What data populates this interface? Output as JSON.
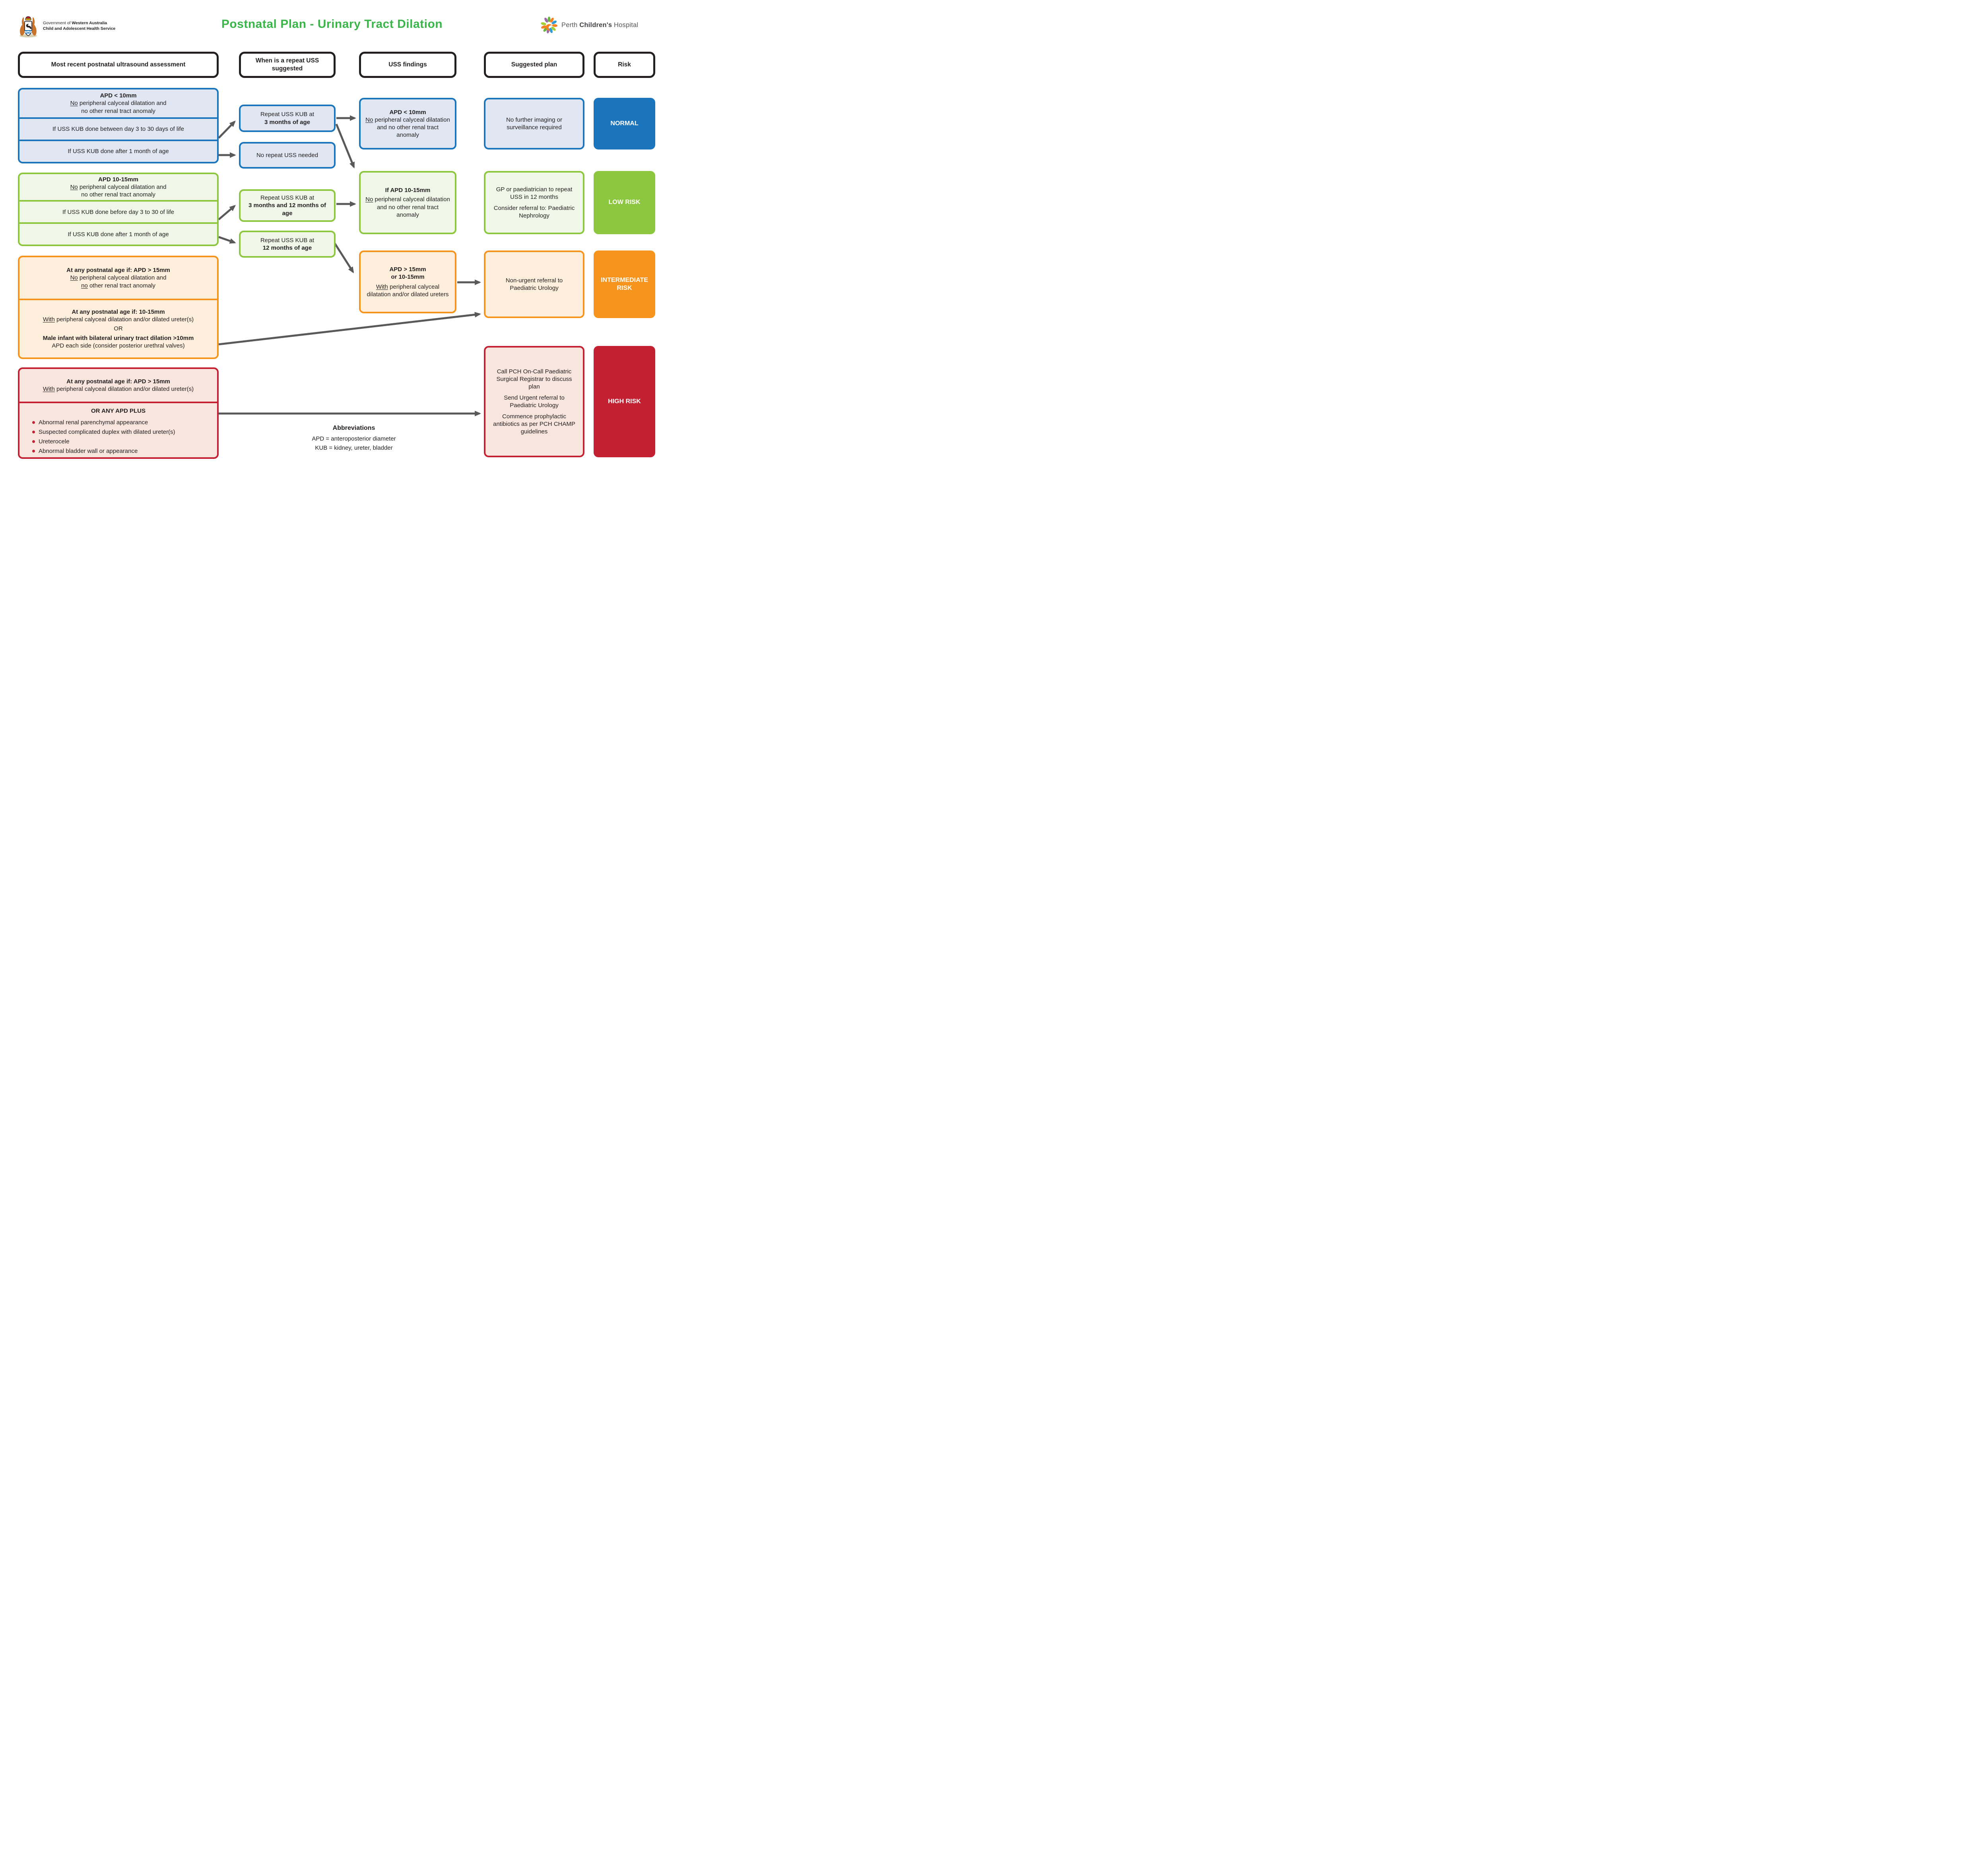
{
  "brand": {
    "gov": {
      "line1_prefix": "Government of ",
      "line1_bold": "Western Australia",
      "line2": "Child and Adolescent Health Service"
    },
    "pch": {
      "prefix": "Perth ",
      "bold": "Children's",
      "suffix": " Hospital"
    }
  },
  "title": "Postnatal Plan - Urinary Tract Dilation",
  "headers": {
    "assessment": "Most recent postnatal ultrasound assessment",
    "repeat": "When is a repeat USS suggested",
    "findings": "USS findings",
    "plan": "Suggested plan",
    "risk": "Risk"
  },
  "normal_row": {
    "left": {
      "title": "APD < 10mm",
      "cond_u": "No",
      "cond_rest": " peripheral calyceal dilatation and",
      "cond_line2": "no other renal tract anomaly",
      "when1": "If USS KUB done between day 3 to 30 days of life",
      "when2": "If USS KUB done after 1 month of age"
    },
    "repeat1_line1": "Repeat USS KUB at",
    "repeat1_line2": "3 months of age",
    "repeat2": "No repeat USS needed",
    "findings": {
      "title": "APD < 10mm",
      "u": "No",
      "rest": " peripheral calyceal dilatation and no other renal tract anomaly"
    },
    "plan": "No further imaging or surveillance required",
    "risk": "NORMAL"
  },
  "low_row": {
    "left": {
      "title": "APD 10-15mm",
      "cond_u": "No",
      "cond_rest": " peripheral calyceal dilatation and",
      "cond_line2": "no other renal tract anomaly",
      "when1": "If USS KUB done before day 3 to 30 of life",
      "when2": "If USS KUB done after 1 month of age"
    },
    "repeat1_line1": "Repeat USS KUB at",
    "repeat1_line2": "3 months and 12 months of age",
    "repeat2_line1": "Repeat USS KUB at",
    "repeat2_line2": "12 months of age",
    "findings": {
      "title": "If APD 10-15mm",
      "u": "No",
      "rest": " peripheral calyceal dilatation and no other renal tract anomaly"
    },
    "plan_p1": "GP or paediatrician to repeat USS in 12 months",
    "plan_p2": "Consider referral to: Paediatric Nephrology",
    "risk": "LOW RISK"
  },
  "intermediate_row": {
    "left": {
      "s1_title": "At any postnatal age if: APD > 15mm",
      "s1_u1": "No",
      "s1_rest1": " peripheral calyceal dilatation and",
      "s1_u2": "no",
      "s1_rest2": " other renal tract anomaly",
      "s2_title": "At any postnatal age if: 10-15mm",
      "s2_u": "With",
      "s2_rest": " peripheral calyceal dilatation and/or dilated ureter(s)",
      "s2_or": "OR",
      "s2_bold": "Male infant with bilateral urinary tract dilation >10mm",
      "s2_line": "APD each side (consider posterior urethral valves)"
    },
    "findings": {
      "title1": "APD > 15mm",
      "title2": "or 10-15mm",
      "u": "With",
      "rest": " peripheral calyceal dilatation and/or dilated ureters"
    },
    "plan": "Non-urgent referral to Paediatric Urology",
    "risk": "INTERMEDIATE RISK"
  },
  "high_row": {
    "left": {
      "s1_title": "At any postnatal age if: APD > 15mm",
      "s1_u": "With",
      "s1_rest": " peripheral calyceal dilatation and/or dilated ureter(s)",
      "s2_title": "OR ANY APD PLUS",
      "bullets": [
        "Abnormal renal parenchymal appearance",
        "Suspected complicated duplex with dilated ureter(s)",
        "Ureterocele",
        "Abnormal bladder wall or appearance"
      ]
    },
    "plan_p1": "Call PCH On-Call Paediatric Surgical Registrar to discuss plan",
    "plan_p2": "Send Urgent referral to Paediatric Urology",
    "plan_p3": "Commence prophylactic antibiotics as per PCH CHAMP guidelines",
    "risk": "HIGH RISK"
  },
  "abbreviations": {
    "title": "Abbreviations",
    "line1": "APD = anteroposterior diameter",
    "line2": "KUB = kidney, ureter, bladder"
  },
  "colors": {
    "normal": "#1B75BC",
    "normal_fill": "#E0E6F2",
    "low": "#8DC63F",
    "low_fill": "#F0F7E8",
    "intermediate": "#F7941E",
    "intermediate_fill": "#FDEFDB",
    "high": "#C32032",
    "high_fill": "#F8E5DD",
    "title_green": "#3AB54A",
    "arrow_gray": "#58595B"
  }
}
